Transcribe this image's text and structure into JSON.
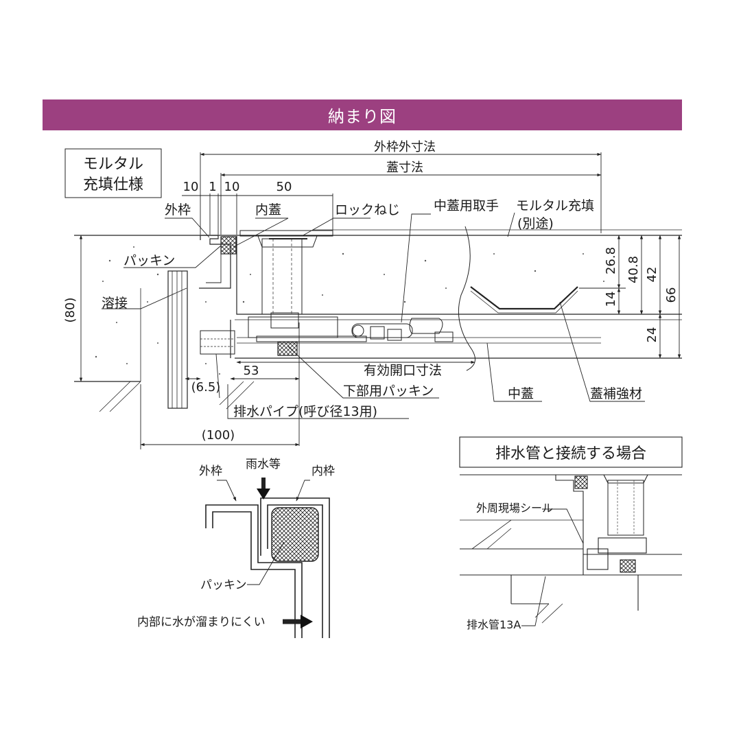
{
  "banner": {
    "title": "納まり図",
    "color": "#9c4080"
  },
  "main": {
    "spec_box": [
      "モルタル",
      "充填仕様"
    ],
    "dims": {
      "outer_frame": "外枠外寸法",
      "lid": "蓋寸法",
      "d10a": "10",
      "d1": "1",
      "d10b": "10",
      "d50": "50",
      "d80": "(80)",
      "d65": "(6.5)",
      "d53": "53",
      "d100": "(100)",
      "r268": "26.8",
      "r408": "40.8",
      "r42": "42",
      "r66": "66",
      "r14": "14",
      "r24": "24"
    },
    "labels": {
      "outer_frame": "外枠",
      "inner_lid": "内蓋",
      "lock_screw": "ロックねじ",
      "mid_handle": "中蓋用取手",
      "mortar_fill": "モルタル充填",
      "mortar_note": "(別途)",
      "packing": "パッキン",
      "weld": "溶接",
      "effective_opening": "有効開口寸法",
      "lower_packing": "下部用パッキン",
      "mid_lid": "中蓋",
      "reinforcement": "蓋補強材",
      "drain_pipe": "排水パイプ(呼び径13用)"
    }
  },
  "detail": {
    "outer_frame": "外枠",
    "rain": "雨水等",
    "inner_frame": "内枠",
    "packing": "パッキン",
    "note": "内部に水が溜まりにくい"
  },
  "inset": {
    "title": "排水管と接続する場合",
    "seal": "外周現場シール",
    "pipe": "排水管13A"
  }
}
